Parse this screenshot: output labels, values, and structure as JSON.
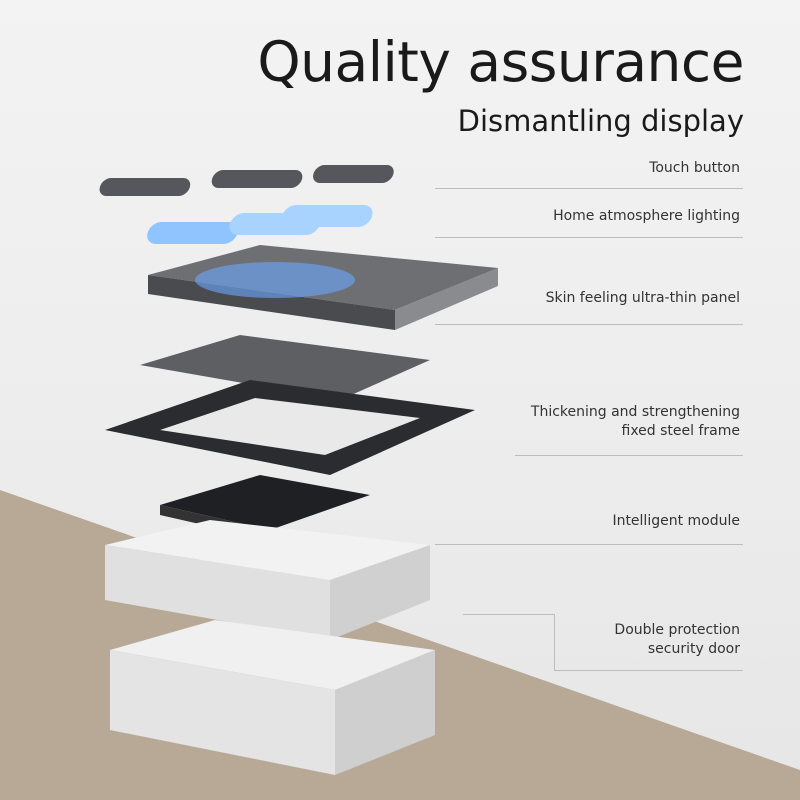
{
  "header": {
    "title": "Quality assurance",
    "subtitle": "Dismantling display"
  },
  "labels": [
    {
      "line1": "Touch button"
    },
    {
      "line1": "Home atmosphere lighting"
    },
    {
      "line1": "Skin feeling ultra-thin panel"
    },
    {
      "line1": "Thickening and strengthening",
      "line2": "fixed steel frame"
    },
    {
      "line1": "Intelligent module"
    },
    {
      "line1": "Double protection",
      "line2": "security door"
    }
  ],
  "colors": {
    "floor": "#b8a996",
    "glow": "#5aa0ff",
    "panel": "#6e6f73",
    "frame": "#2b2c2f",
    "housing": "#eeeeee"
  }
}
